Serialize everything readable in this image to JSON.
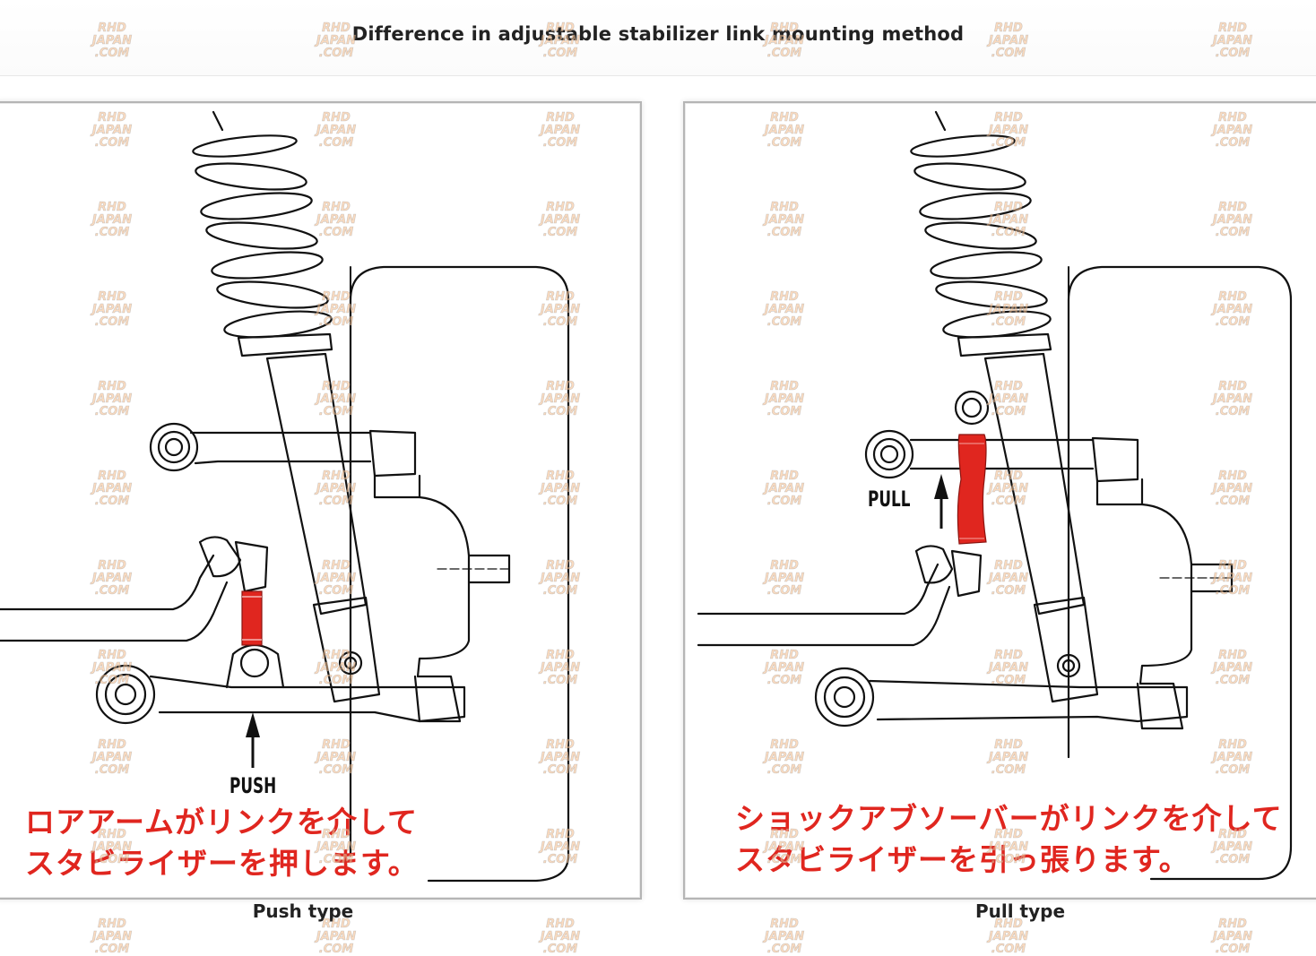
{
  "page": {
    "title": "Difference in adjustable stabilizer link mounting method"
  },
  "watermark": {
    "lines": [
      "RHD",
      "JAPAN",
      ".COM"
    ]
  },
  "colors": {
    "link_highlight": "#e0261f",
    "jp_text": "#e0261f",
    "line_art": "#111111"
  },
  "figures": [
    {
      "id": "push",
      "caption": "Push type",
      "arrow_label": "PUSH",
      "jp_line1": "ロアアームがリンクを介して",
      "jp_line2": "スタビライザーを押します。"
    },
    {
      "id": "pull",
      "caption": "Pull type",
      "arrow_label": "PULL",
      "jp_line1": "ショックアブソーバーがリンクを介して",
      "jp_line2": "スタビライザーを引っ張ります。"
    }
  ]
}
